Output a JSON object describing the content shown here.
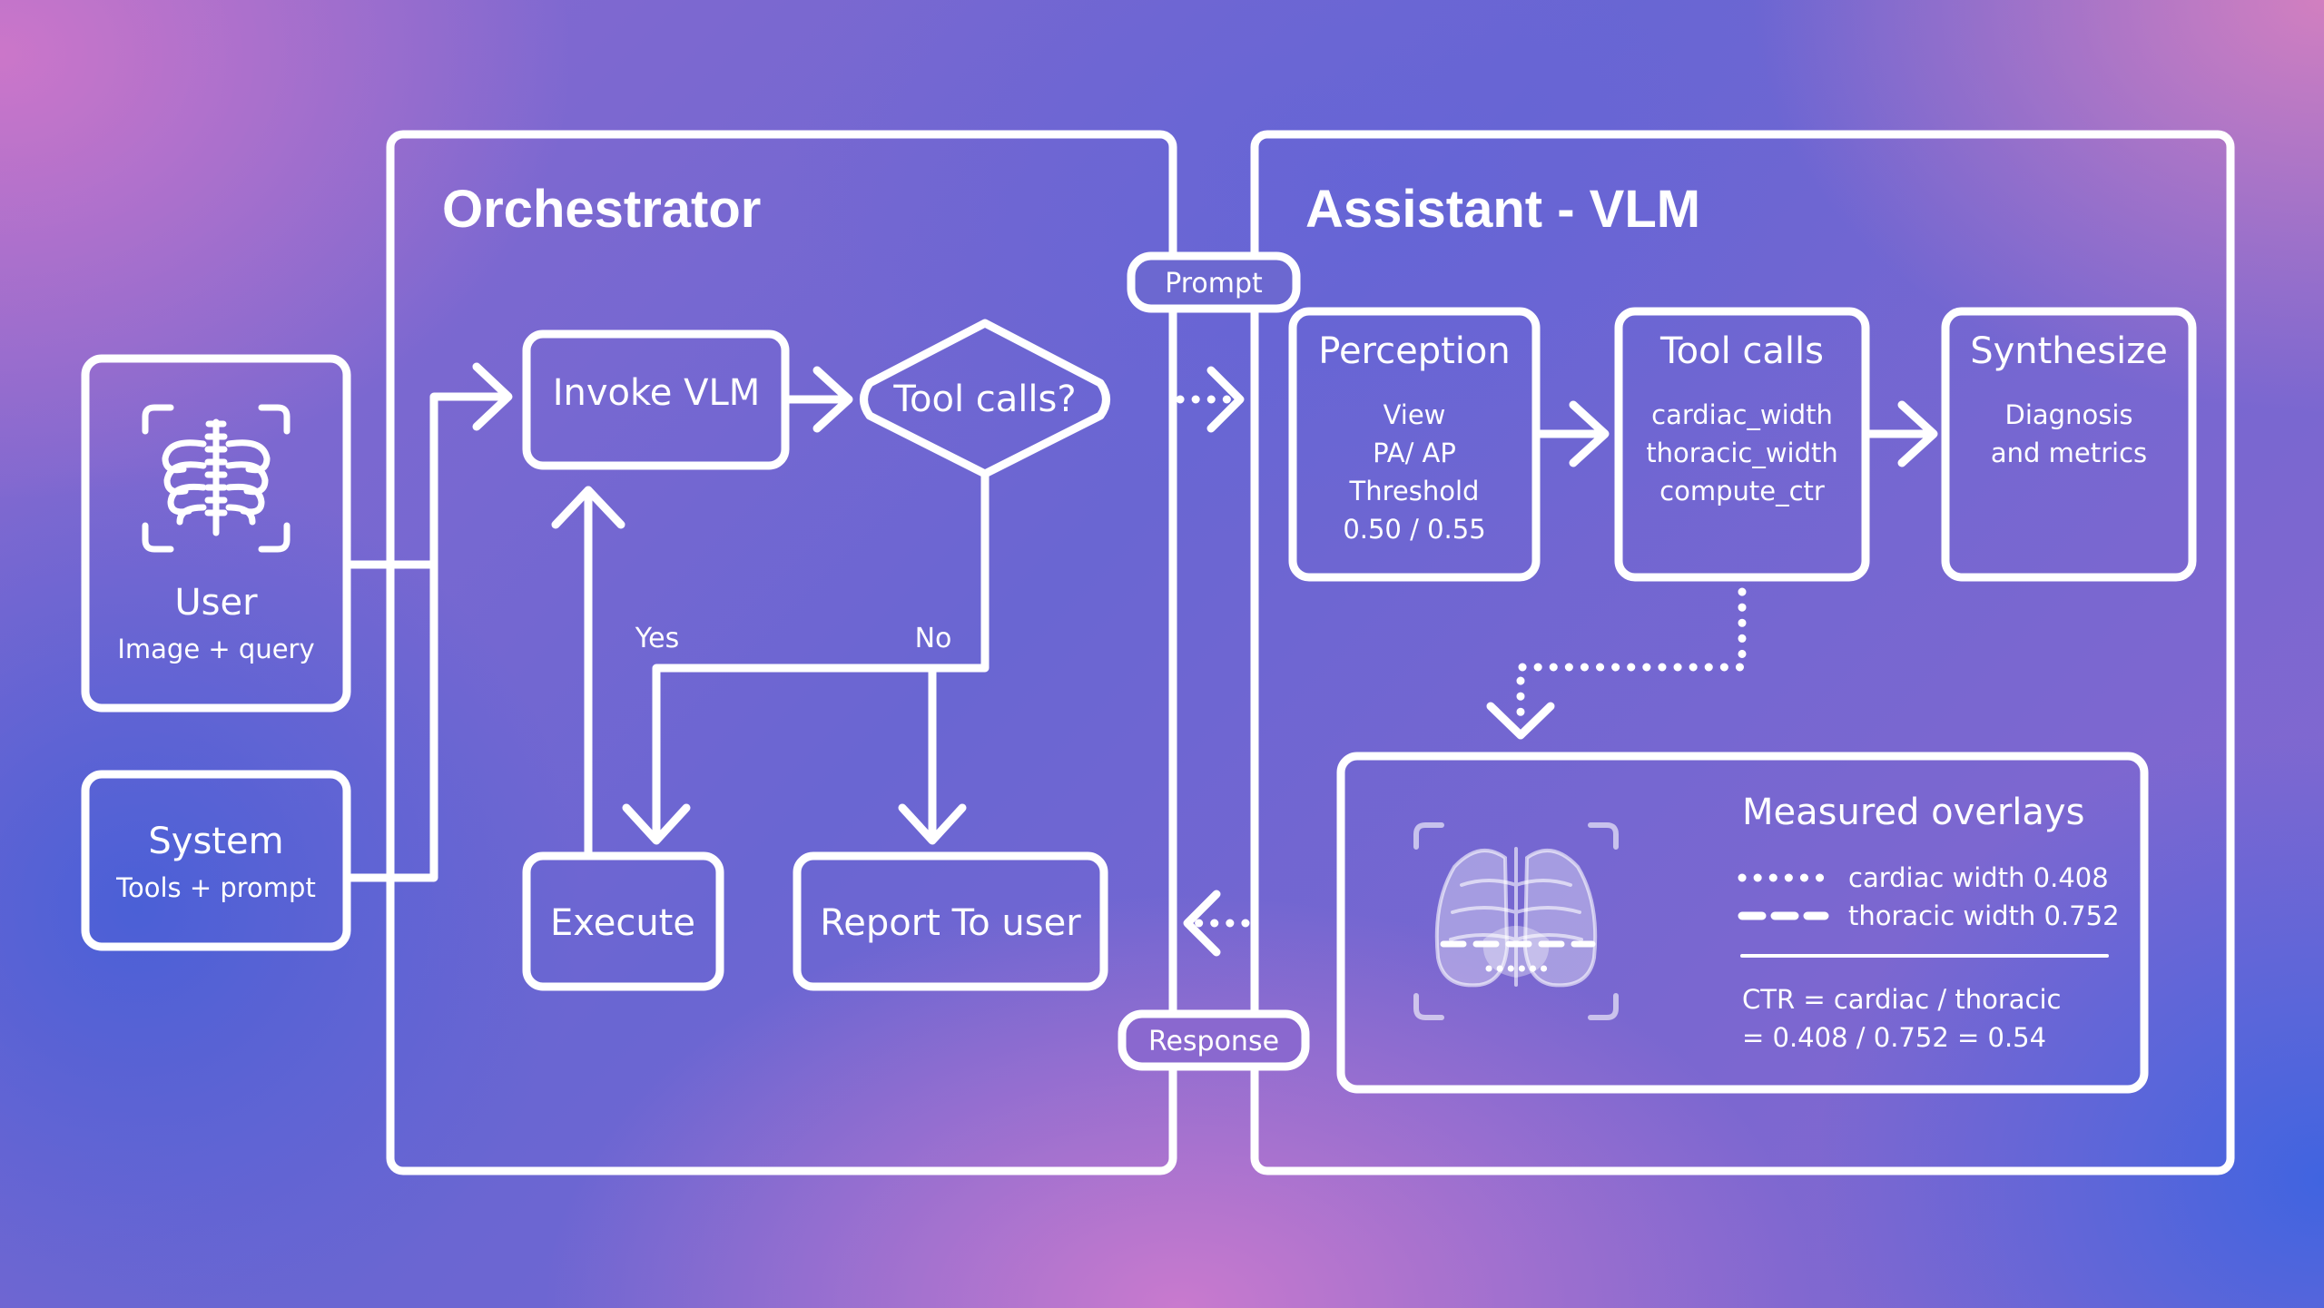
{
  "orchestrator": {
    "title": "Orchestrator",
    "invoke": "Invoke VLM",
    "decision": "Tool calls?",
    "yes": "Yes",
    "no": "No",
    "execute": "Execute",
    "report": "Report To user"
  },
  "inputs": {
    "user": {
      "title": "User",
      "subtitle": "Image + query",
      "icon": "chest-xray-icon"
    },
    "system": {
      "title": "System",
      "subtitle": "Tools + prompt"
    }
  },
  "connectors": {
    "prompt": "Prompt",
    "response": "Response"
  },
  "assistant": {
    "title": "Assistant - VLM",
    "perception": {
      "title": "Perception",
      "lines": [
        "View",
        "PA/ AP",
        "Threshold",
        "0.50 / 0.55"
      ]
    },
    "tool_calls": {
      "title": "Tool calls",
      "lines": [
        "cardiac_width",
        "thoracic_width",
        "compute_ctr"
      ]
    },
    "synthesize": {
      "title": "Synthesize",
      "lines": [
        "Diagnosis",
        "and metrics"
      ]
    },
    "overlays": {
      "title": "Measured overlays",
      "legend": [
        {
          "style": "dotted",
          "label": "cardiac width 0.408"
        },
        {
          "style": "dashed",
          "label": "thoracic width 0.752"
        }
      ],
      "formula_1": "CTR = cardiac / thoracic",
      "formula_2": "= 0.408 / 0.752 = 0.54",
      "icon": "chest-xray-overlay-icon"
    }
  },
  "colors": {
    "stroke": "#ffffff",
    "bg_blue": "#4f5fd6",
    "bg_pink": "#c47ac8"
  }
}
